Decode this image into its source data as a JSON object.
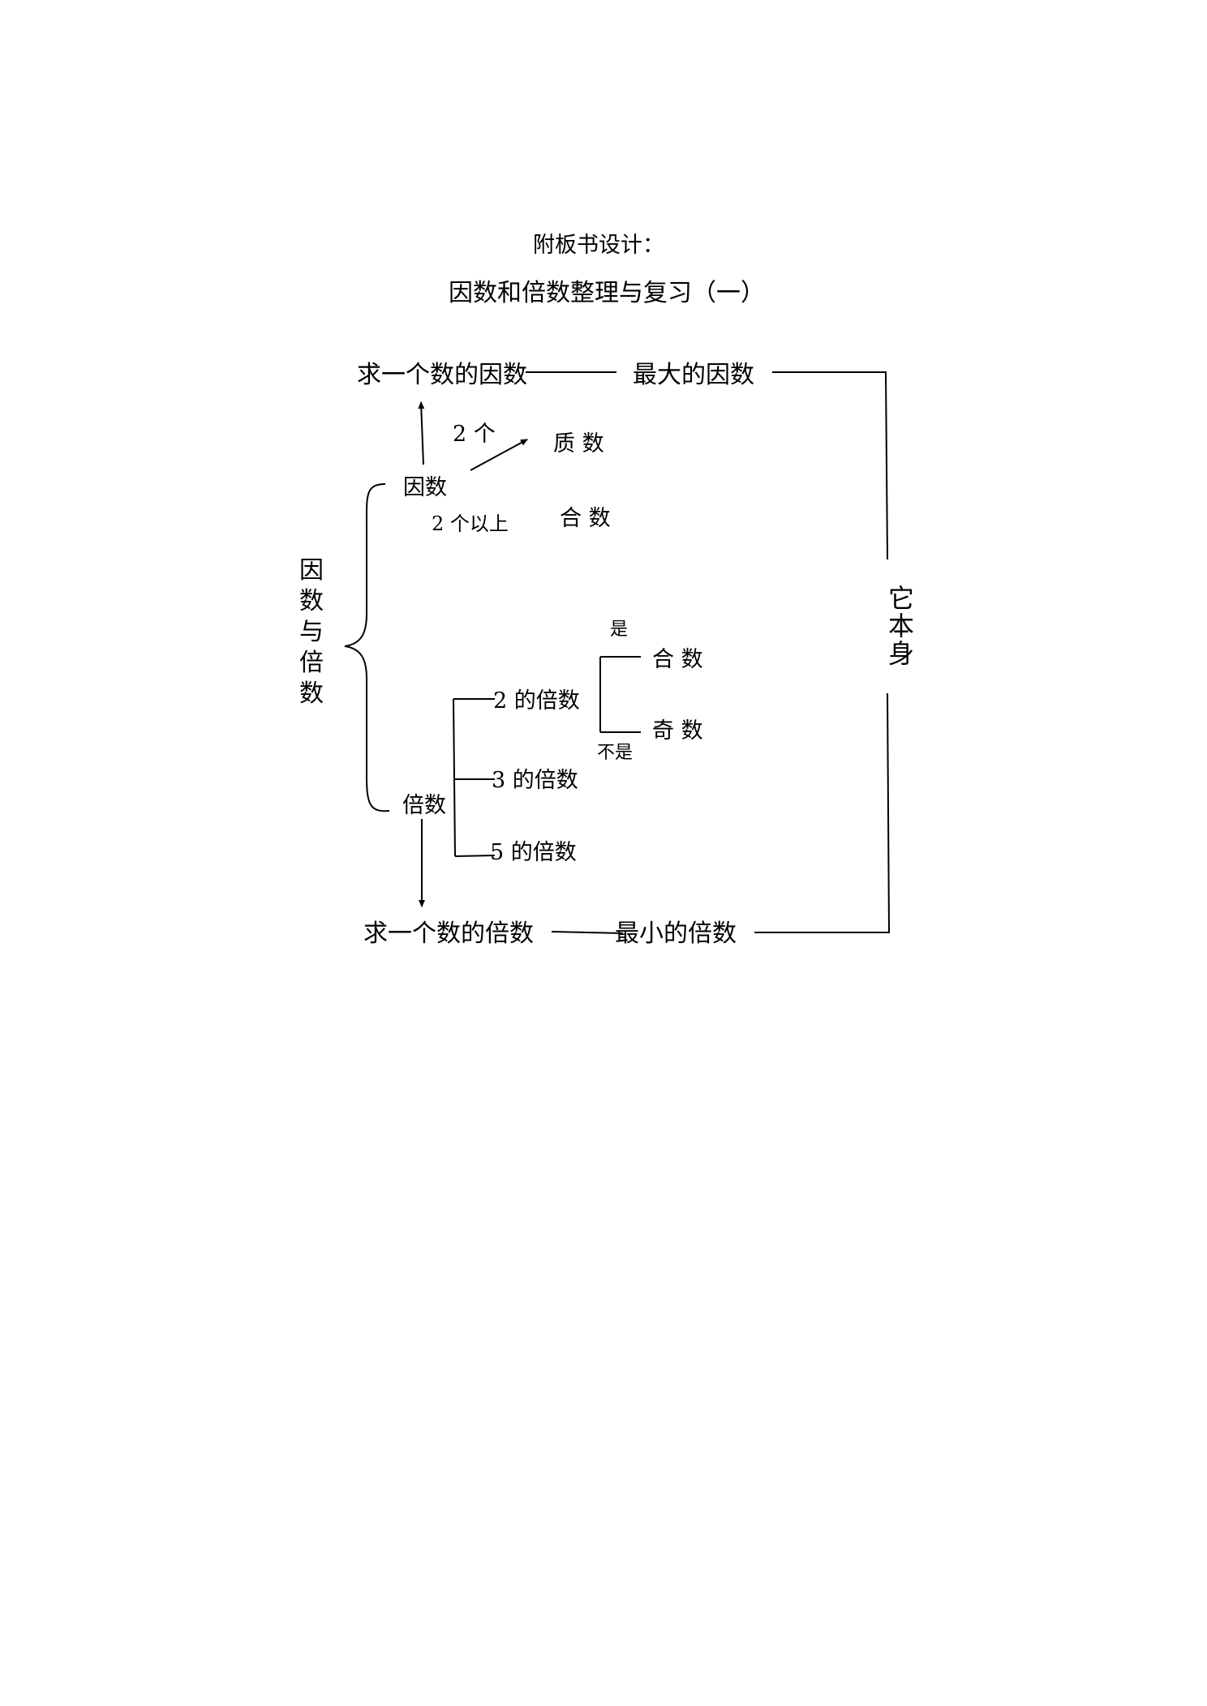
{
  "header": {
    "line1": "附板书设计：",
    "line2": "因数和倍数整理与复习（一）"
  },
  "diagram": {
    "root_chars": [
      "因",
      "数",
      "与",
      "倍",
      "数"
    ],
    "factor": {
      "label": "因数",
      "find": "求一个数的因数",
      "largest": "最大的因数",
      "two_label": "2 个",
      "more_label": "2 个以上",
      "prime": "质 数",
      "composite": "合 数"
    },
    "multiple": {
      "label": "倍数",
      "find": "求一个数的倍数",
      "smallest": "最小的倍数",
      "of2": "2 的倍数",
      "of3": "3 的倍数",
      "of5": "5 的倍数",
      "yes": "是",
      "no": "不是",
      "even": "合 数",
      "odd": "奇  数"
    },
    "itself_chars": [
      "它",
      "本",
      "身"
    ]
  }
}
